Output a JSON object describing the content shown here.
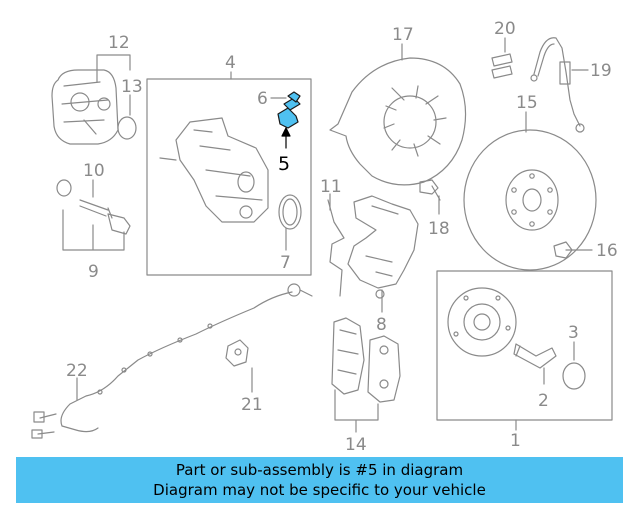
{
  "callouts": {
    "c1": "1",
    "c2": "2",
    "c3": "3",
    "c4": "4",
    "c5": "5",
    "c6": "6",
    "c7": "7",
    "c8": "8",
    "c9": "9",
    "c10": "10",
    "c11": "11",
    "c12": "12",
    "c13": "13",
    "c14": "14",
    "c15": "15",
    "c16": "16",
    "c17": "17",
    "c18": "18",
    "c19": "19",
    "c20": "20",
    "c21": "21",
    "c22": "22"
  },
  "banner": {
    "line1": "Part or sub-assembly is #5 in diagram",
    "line2": "Diagram may not be specific to your vehicle"
  },
  "colors": {
    "line": "#8a8a8a",
    "highlight": "#4fc1f1",
    "banner": "#4fc1f1"
  }
}
